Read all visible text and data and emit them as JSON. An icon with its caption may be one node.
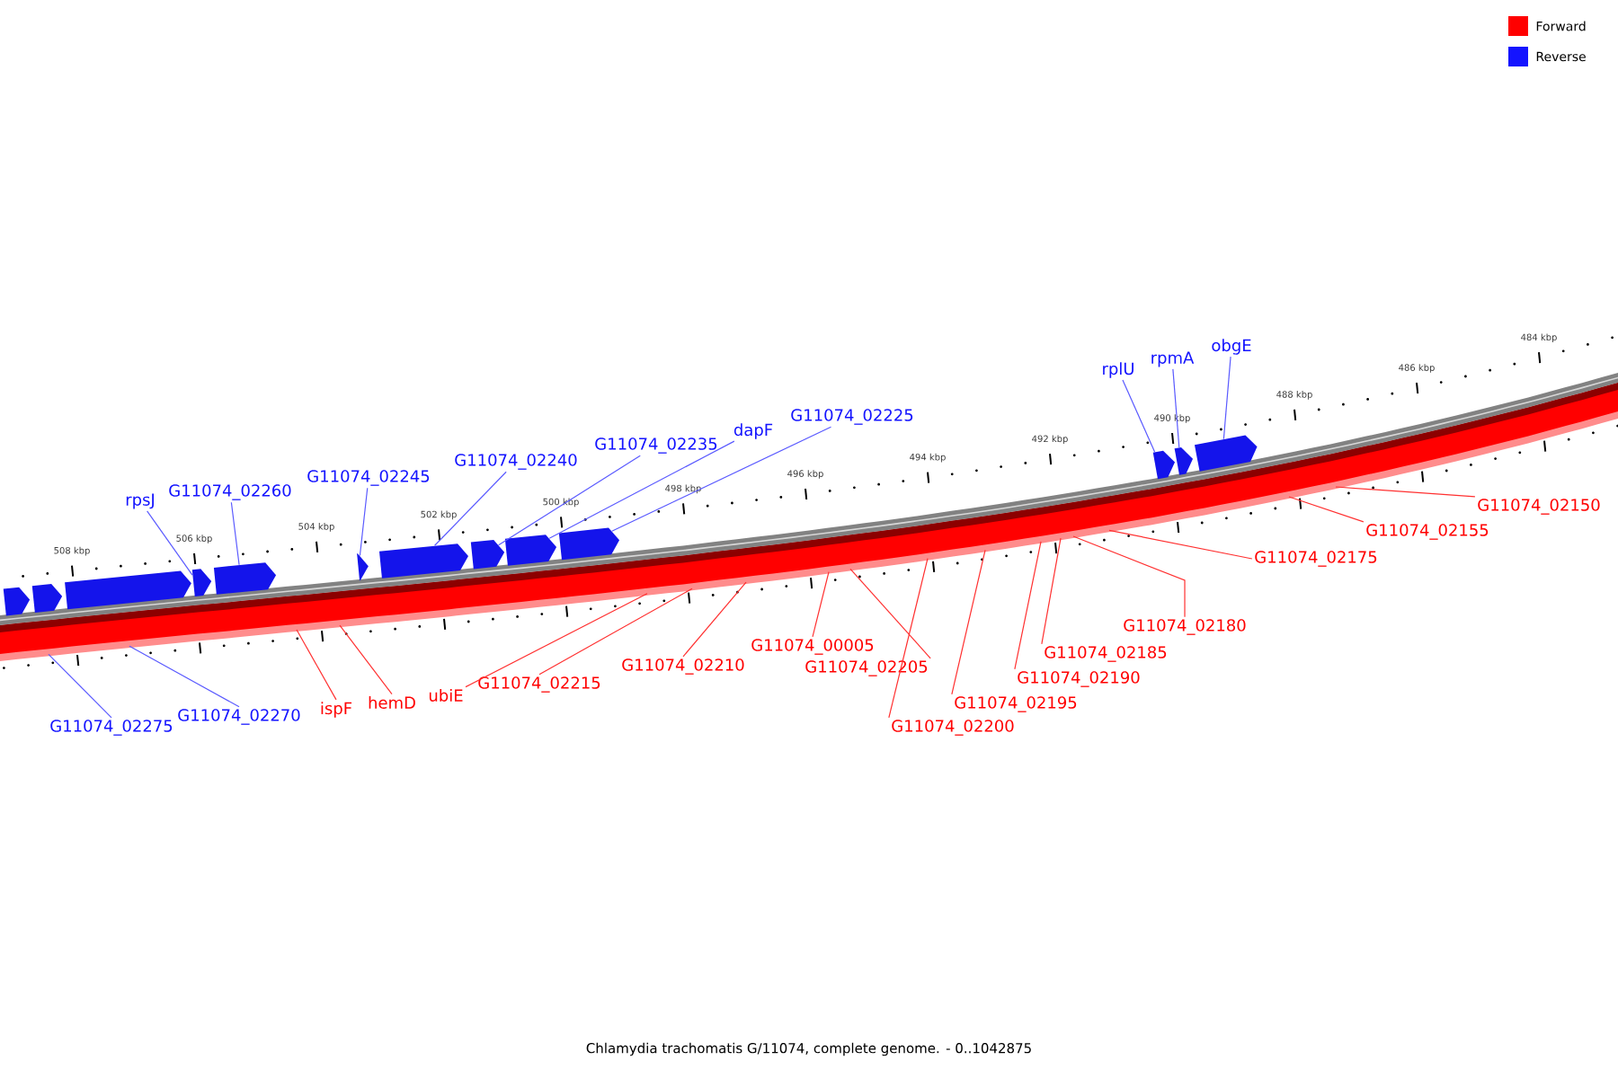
{
  "diagram": {
    "caption": "Chlamydia trachomatis G/11074, complete genome. - 0..1042875",
    "nodes": [
      {
        "text": [
          "rpsJ"
        ]
      },
      {
        "text": [
          "G11074_02260"
        ]
      },
      {
        "text": [
          "G11074_02245"
        ]
      },
      {
        "text": [
          "G11074_02240"
        ]
      },
      {
        "text": [
          "G11074_02235"
        ]
      },
      {
        "text": [
          "dapF"
        ]
      },
      {
        "text": [
          "G11074_02225"
        ]
      },
      {
        "text": [
          "rplU"
        ]
      },
      {
        "text": [
          "rpmA"
        ]
      },
      {
        "text": [
          "obgE"
        ]
      },
      {
        "text": [
          "G11074_02275"
        ]
      },
      {
        "text": [
          "G11074_02270"
        ]
      },
      {
        "text": [
          "ispF"
        ]
      },
      {
        "text": [
          "hemD"
        ]
      },
      {
        "text": [
          "ubiE"
        ]
      },
      {
        "text": [
          "G11074_02215"
        ]
      },
      {
        "text": [
          "G11074_02210"
        ]
      },
      {
        "text": [
          "G11074_00005"
        ]
      },
      {
        "text": [
          "G11074_02205"
        ]
      },
      {
        "text": [
          "G11074_02200"
        ]
      },
      {
        "text": [
          "G11074_02195"
        ]
      },
      {
        "text": [
          "G11074_02190"
        ]
      },
      {
        "text": [
          "G11074_02185"
        ]
      },
      {
        "text": [
          "G11074_02180"
        ]
      },
      {
        "text": [
          "G11074_02175"
        ]
      },
      {
        "text": [
          "G11074_02155"
        ]
      },
      {
        "text": [
          "G11074_02150"
        ]
      },
      {
        "text": [],
        "shape": "pentagon"
      },
      {
        "text": [],
        "shape": "pentagon"
      },
      {
        "text": [],
        "shape": "pentagon"
      },
      {
        "text": [],
        "shape": "pentagon"
      },
      {
        "text": [],
        "shape": "pentagon"
      },
      {
        "text": [],
        "shape": "pentagon"
      },
      {
        "text": [],
        "shape": "pentagon"
      },
      {
        "text": [],
        "shape": "pentagon"
      },
      {
        "text": [],
        "shape": "pentagon"
      },
      {
        "text": [],
        "shape": "pentagon"
      },
      {
        "text": [],
        "shape": "pentagon"
      },
      {
        "text": [],
        "shape": "pentagon"
      },
      {
        "text": [],
        "shape": "pentagon"
      }
    ],
    "edges": [
      {
        "from": 0,
        "to": 30,
        "arrow": "none",
        "color": "#5a5aff"
      },
      {
        "from": 1,
        "to": 31,
        "arrow": "none",
        "color": "#5a5aff"
      },
      {
        "from": 2,
        "to": 32,
        "arrow": "none",
        "color": "#5a5aff"
      },
      {
        "from": 3,
        "to": 33,
        "arrow": "none",
        "color": "#5a5aff"
      },
      {
        "from": 4,
        "to": 34,
        "arrow": "none",
        "color": "#5a5aff"
      },
      {
        "from": 5,
        "to": 35,
        "arrow": "none",
        "color": "#5a5aff"
      },
      {
        "from": 6,
        "to": 36,
        "arrow": "none",
        "color": "#5a5aff"
      },
      {
        "from": 7,
        "to": 37,
        "arrow": "none",
        "color": "#5a5aff"
      },
      {
        "from": 8,
        "to": 38,
        "arrow": "none",
        "color": "#5a5aff"
      },
      {
        "from": 9,
        "to": 39,
        "arrow": "none",
        "color": "#5a5aff"
      },
      {
        "from": 10,
        "to": null,
        "arrow": "none",
        "color": "#5a5aff"
      },
      {
        "from": 11,
        "to": null,
        "arrow": "none",
        "color": "#5a5aff"
      },
      {
        "from": 12,
        "to": null,
        "arrow": "none"
      },
      {
        "from": 13,
        "to": null,
        "arrow": "none"
      },
      {
        "from": 14,
        "to": null,
        "arrow": "none"
      },
      {
        "from": 15,
        "to": null,
        "arrow": "none"
      },
      {
        "from": 16,
        "to": null,
        "arrow": "none"
      },
      {
        "from": 17,
        "to": null,
        "arrow": "none"
      },
      {
        "from": 18,
        "to": null,
        "arrow": "none"
      },
      {
        "from": 19,
        "to": null,
        "arrow": "none"
      },
      {
        "from": 20,
        "to": null,
        "arrow": "none"
      },
      {
        "from": 21,
        "to": null,
        "arrow": "none"
      },
      {
        "from": 22,
        "to": null,
        "arrow": "none"
      },
      {
        "from": 23,
        "to": null,
        "arrow": "none"
      },
      {
        "from": 24,
        "to": null,
        "arrow": "none"
      },
      {
        "from": 25,
        "to": null,
        "arrow": "none"
      },
      {
        "from": 26,
        "to": null,
        "arrow": "none"
      }
    ],
    "labels": [
      "508 kbp",
      "506 kbp",
      "504 kbp",
      "502 kbp",
      "500 kbp",
      "498 kbp",
      "496 kbp",
      "494 kbp",
      "492 kbp",
      "490 kbp",
      "488 kbp",
      "486 kbp",
      "484 kbp"
    ],
    "legend": [
      {
        "text": "Forward",
        "color": "#ff0000"
      },
      {
        "text": "Reverse",
        "color": "#1414ff"
      }
    ]
  }
}
